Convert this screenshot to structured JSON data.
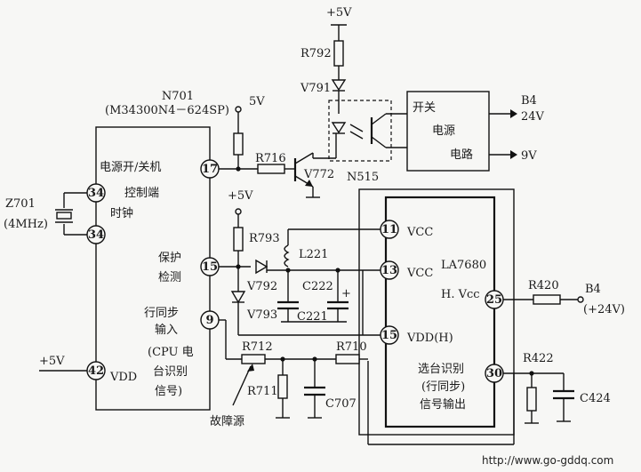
{
  "n701": {
    "name": "N701",
    "part": "(M34300N4－624SP)",
    "power_label": "电源开/关机",
    "control_label": "控制端",
    "clock_label": "时钟",
    "protect_label_1": "保护",
    "protect_label_2": "检测",
    "hsync_label_1": "行同步",
    "hsync_label_2": "输入",
    "hsync_label_3": "(CPU 电",
    "hsync_label_4": "台识别",
    "hsync_label_5": "信号)",
    "vdd_label": "VDD",
    "pins": {
      "p17": "17",
      "p34": "34",
      "p15": "15",
      "p9": "9",
      "p42": "42"
    }
  },
  "crystal": {
    "name": "Z701",
    "freq": "(4MHz)"
  },
  "supplies": {
    "v5": "+5V",
    "v5_top": "5V"
  },
  "psu": {
    "label_1": "开关",
    "label_2": "电源",
    "label_3": "电路",
    "b4": "B4",
    "v24": "24V",
    "v9": "9V"
  },
  "la7680": {
    "name": "LA7680",
    "vcc": "VCC",
    "vdd_h": "VDD(H)",
    "hvcc": "H. Vcc",
    "out_label_1": "选台识别",
    "out_label_2": "(行同步)",
    "out_label_3": "信号输出",
    "b4": "B4",
    "b4_v": "(+24V)",
    "pins": {
      "p11": "11",
      "p13": "13",
      "p15": "15",
      "p25": "25",
      "p30": "30"
    }
  },
  "components": {
    "r716": "R716",
    "v772": "V772",
    "r792": "R792",
    "v791": "V791",
    "n515": "N515",
    "r793": "R793",
    "l221": "L221",
    "v792": "V792",
    "c222": "C222",
    "c221": "C221",
    "v793": "V793",
    "r712": "R712",
    "r710": "R710",
    "r711": "R711",
    "c707": "C707",
    "r420": "R420",
    "r422": "R422",
    "c424": "C424"
  },
  "annotations": {
    "fault_source": "故障源"
  },
  "watermark": "http://www.go-gddq.com"
}
